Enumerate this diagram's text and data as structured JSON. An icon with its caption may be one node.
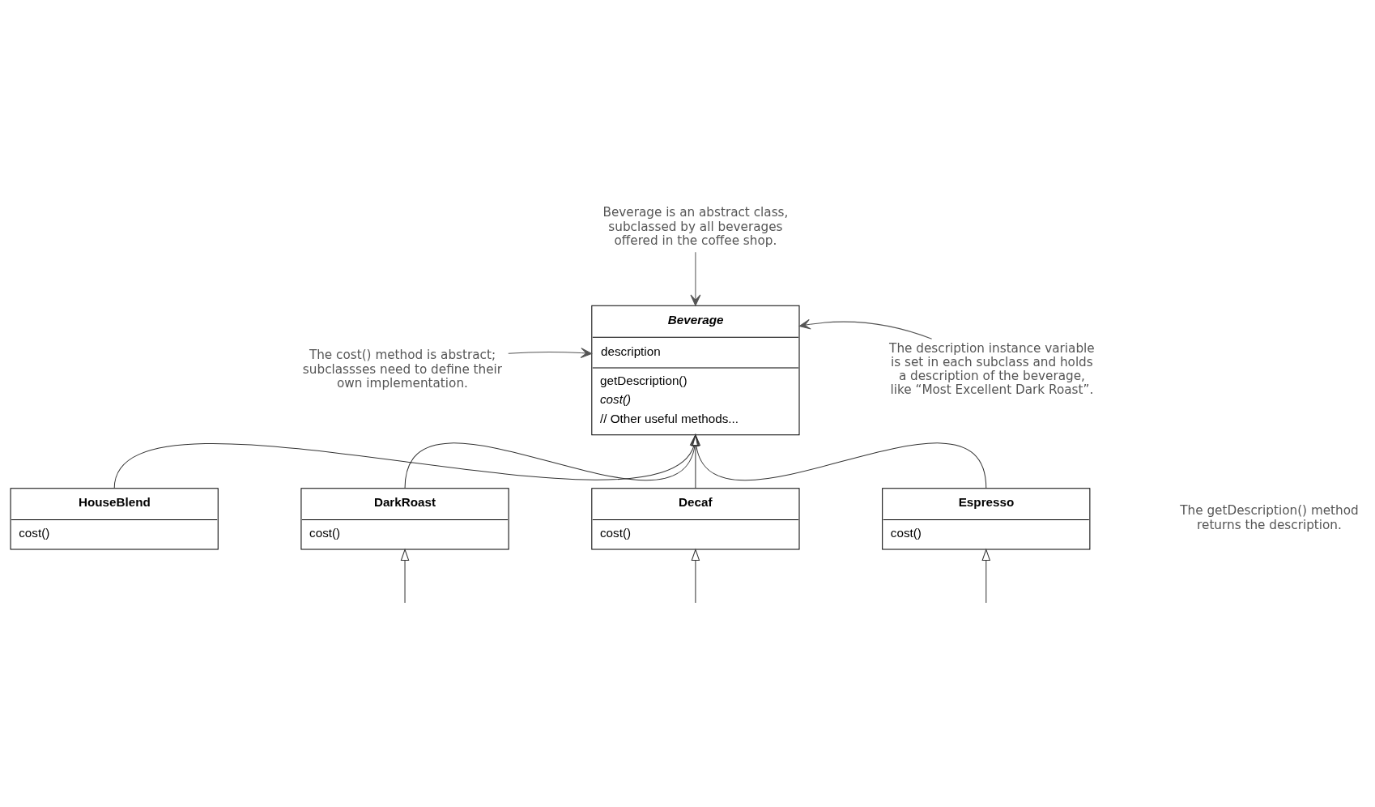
{
  "diagram": {
    "nodes": [
      {
        "text": [
          "Beverage is an abstract class, subclassed by all beverages offered in the coffee shop."
        ]
      },
      {
        "text": [
          "Beverage",
          "description",
          "getDescription()",
          "cost()",
          "// Other useful methods..."
        ]
      },
      {
        "text": [
          "The cost() method is abstract; subclassses need to define their own implementation."
        ]
      },
      {
        "text": [
          "The description instance variable is set in each subclass and holds a description of the beverage, like “Most Excellent Dark Roast”."
        ]
      },
      {
        "text": [
          "HouseBlend",
          "cost()"
        ]
      },
      {
        "text": [
          "DarkRoast",
          "cost()"
        ]
      },
      {
        "text": [
          "Decaf",
          "cost()"
        ]
      },
      {
        "text": [
          "Espresso",
          "cost()"
        ]
      }
    ],
    "edges": [
      {
        "from": 0,
        "to": 1,
        "arrow": "to"
      },
      {
        "from": 2,
        "to": 1,
        "arrow": "to"
      },
      {
        "from": 3,
        "to": 1,
        "arrow": "to"
      },
      {
        "from": 4,
        "to": 1,
        "arrow": "to"
      },
      {
        "from": 5,
        "to": 1,
        "arrow": "to"
      },
      {
        "from": 6,
        "to": 1,
        "arrow": "to"
      },
      {
        "from": 7,
        "to": 1,
        "arrow": "to"
      },
      {
        "from": null,
        "to": 5,
        "arrow": "to"
      },
      {
        "from": null,
        "to": 6,
        "arrow": "to"
      },
      {
        "from": null,
        "to": 7,
        "arrow": "to"
      }
    ],
    "labels": [
      "The getDescription() method returns the description."
    ]
  }
}
